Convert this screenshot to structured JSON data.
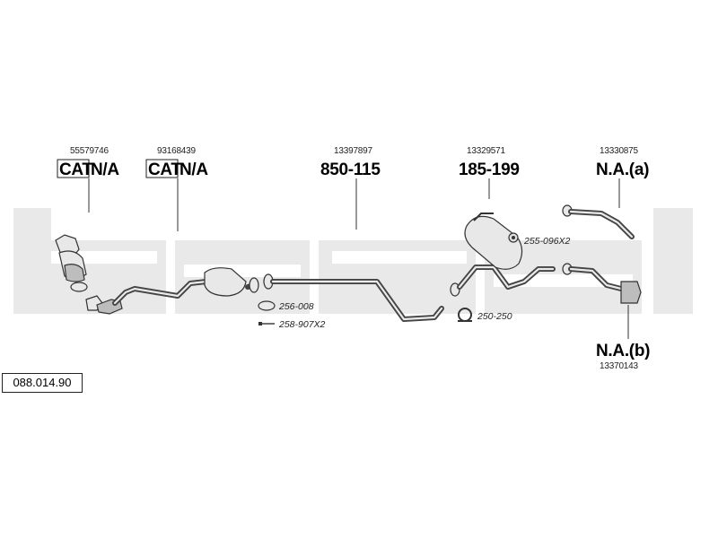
{
  "reference": "088.014.90",
  "parts": {
    "cat1": {
      "oem": "55579746",
      "cat": "CAT",
      "code": "N/A"
    },
    "cat2": {
      "oem": "93168439",
      "cat": "CAT",
      "code": "N/A"
    },
    "mid": {
      "oem": "13397897",
      "code": "850-115"
    },
    "rear": {
      "oem": "13329571",
      "code": "185-199"
    },
    "tail_a": {
      "oem": "13330875",
      "code": "N.A.(a)"
    },
    "tail_b": {
      "oem": "13370143",
      "code": "N.A.(b)"
    }
  },
  "accessories": {
    "gasket": "256-008",
    "bolt": "258-907X2",
    "clamp": "250-250",
    "hanger": "255-096X2"
  },
  "colors": {
    "watermark": "#e9e9e9",
    "line": "#333333",
    "part_fill": "#e8e8e8"
  },
  "icons": [
    "watermark-logo",
    "catalytic-converter-icon",
    "gasket-icon",
    "bolt-icon",
    "clamp-icon",
    "hanger-icon"
  ]
}
